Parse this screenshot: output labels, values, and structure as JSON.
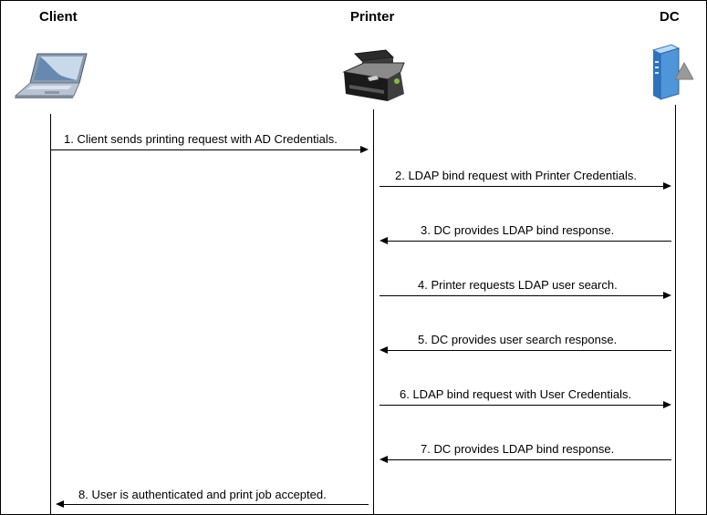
{
  "actors": {
    "client": "Client",
    "printer": "Printer",
    "dc": "DC"
  },
  "icons": {
    "client": "laptop-icon",
    "printer": "printer-icon",
    "dc": "server-icon"
  },
  "messages": [
    {
      "text": "1. Client sends printing request with AD Credentials.",
      "from": "client",
      "to": "printer"
    },
    {
      "text": "2. LDAP bind request with Printer Credentials.",
      "from": "printer",
      "to": "dc"
    },
    {
      "text": "3. DC provides LDAP bind response.",
      "from": "dc",
      "to": "printer"
    },
    {
      "text": "4. Printer requests LDAP user search.",
      "from": "printer",
      "to": "dc"
    },
    {
      "text": "5. DC provides user search response.",
      "from": "dc",
      "to": "printer"
    },
    {
      "text": "6. LDAP bind request with User Credentials.",
      "from": "printer",
      "to": "dc"
    },
    {
      "text": "7. DC provides LDAP bind response.",
      "from": "dc",
      "to": "printer"
    },
    {
      "text": "8. User is authenticated and print job accepted.",
      "from": "printer",
      "to": "client"
    }
  ]
}
